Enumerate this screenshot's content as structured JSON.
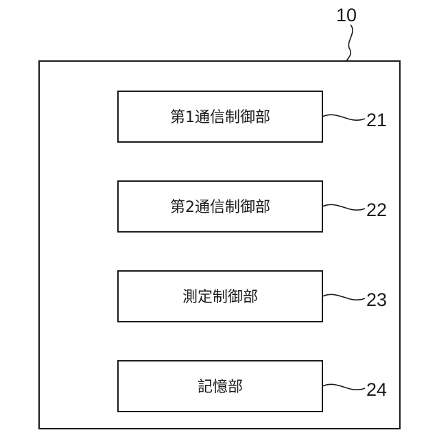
{
  "device": {
    "ref": "10"
  },
  "blocks": [
    {
      "label": "第1通信制御部",
      "ref": "21"
    },
    {
      "label": "第2通信制御部",
      "ref": "22"
    },
    {
      "label": "測定制御部",
      "ref": "23"
    },
    {
      "label": "記憶部",
      "ref": "24"
    }
  ]
}
